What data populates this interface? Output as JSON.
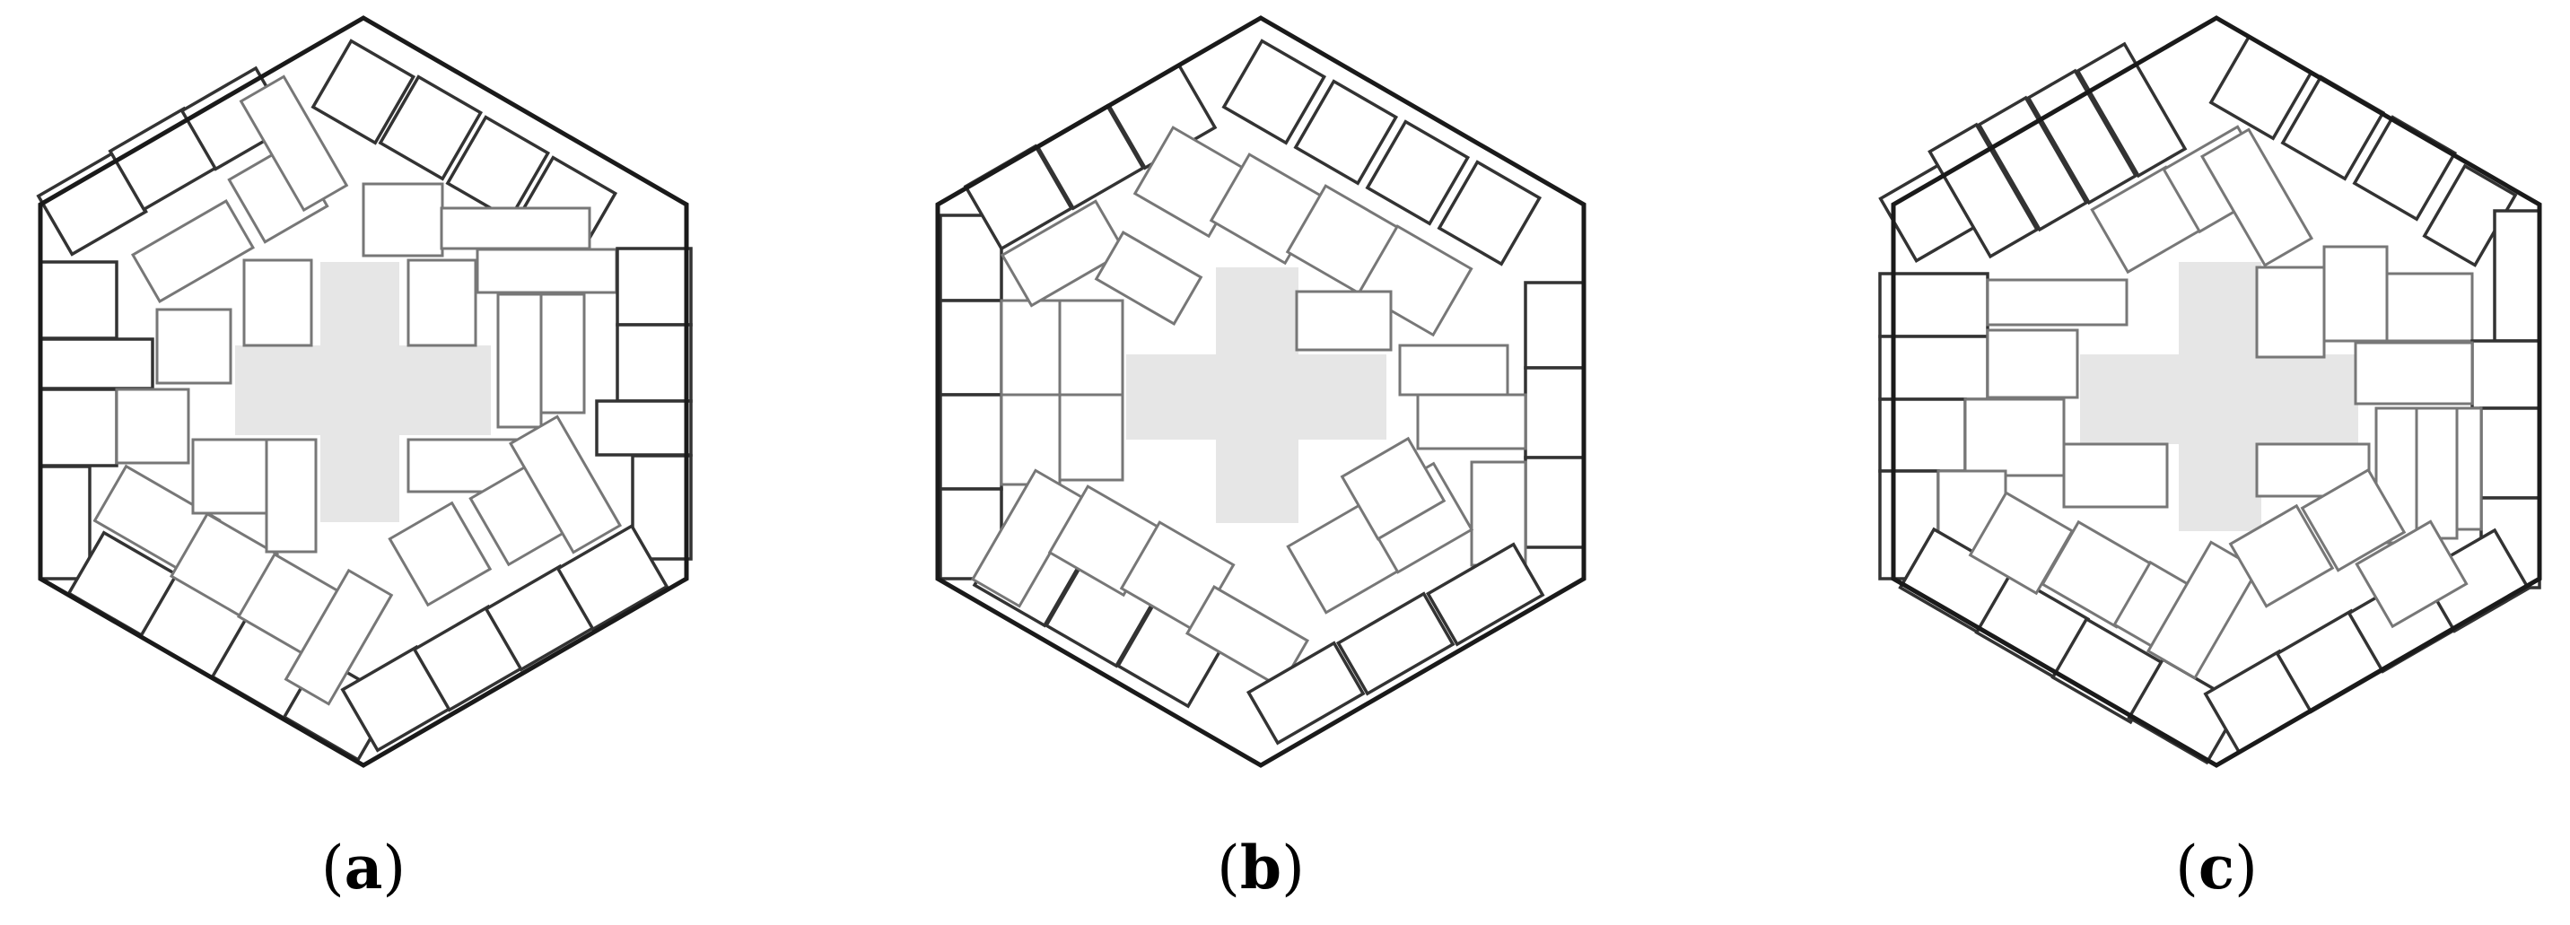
{
  "panels": [
    {
      "id": "a",
      "label": "a"
    },
    {
      "id": "b",
      "label": "b"
    },
    {
      "id": "c",
      "label": "c"
    }
  ],
  "caption_open": "(",
  "caption_close": ")"
}
